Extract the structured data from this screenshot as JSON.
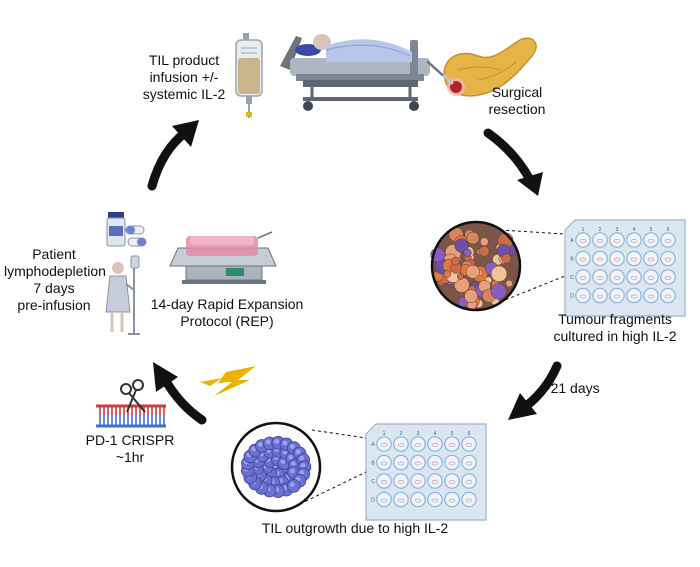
{
  "labels": {
    "infusion": [
      "TIL product",
      "infusion +/-",
      "systemic IL-2"
    ],
    "surgical": [
      "Surgical",
      "resection"
    ],
    "tumour": [
      "Tumour fragments",
      "cultured in high IL-2"
    ],
    "days21": "~21 days",
    "outgrowth": "TIL outgrowth due to high IL-2",
    "crispr": [
      "PD-1 CRISPR",
      "~1hr"
    ],
    "lymphodepletion": [
      "Patient",
      "lymphodepletion",
      "7 days",
      "pre-infusion"
    ],
    "rep": [
      "14-day Rapid Expansion",
      "Protocol (REP)"
    ]
  },
  "plate": {
    "col_labels": [
      "1",
      "2",
      "3",
      "4",
      "5",
      "6"
    ],
    "row_labels": [
      "A",
      "B",
      "C",
      "D"
    ]
  },
  "colors": {
    "arrow": "#111111",
    "plate": "#dbe6f3",
    "well": "#eef4fb",
    "well_edge": "#8fb1d6",
    "til_cell": "#6a6fd0",
    "tumour_cell": "#e9a07a",
    "pancreas": "#e6b347",
    "tumour_spot": "#b3212a",
    "bed": "#8d96a6",
    "blanket": "#b8c7e8",
    "iv_fluid": "#c9b48e",
    "lightning": "#e9b400",
    "dna_red": "#d23b3b",
    "dna_blue": "#3f6fd1"
  }
}
